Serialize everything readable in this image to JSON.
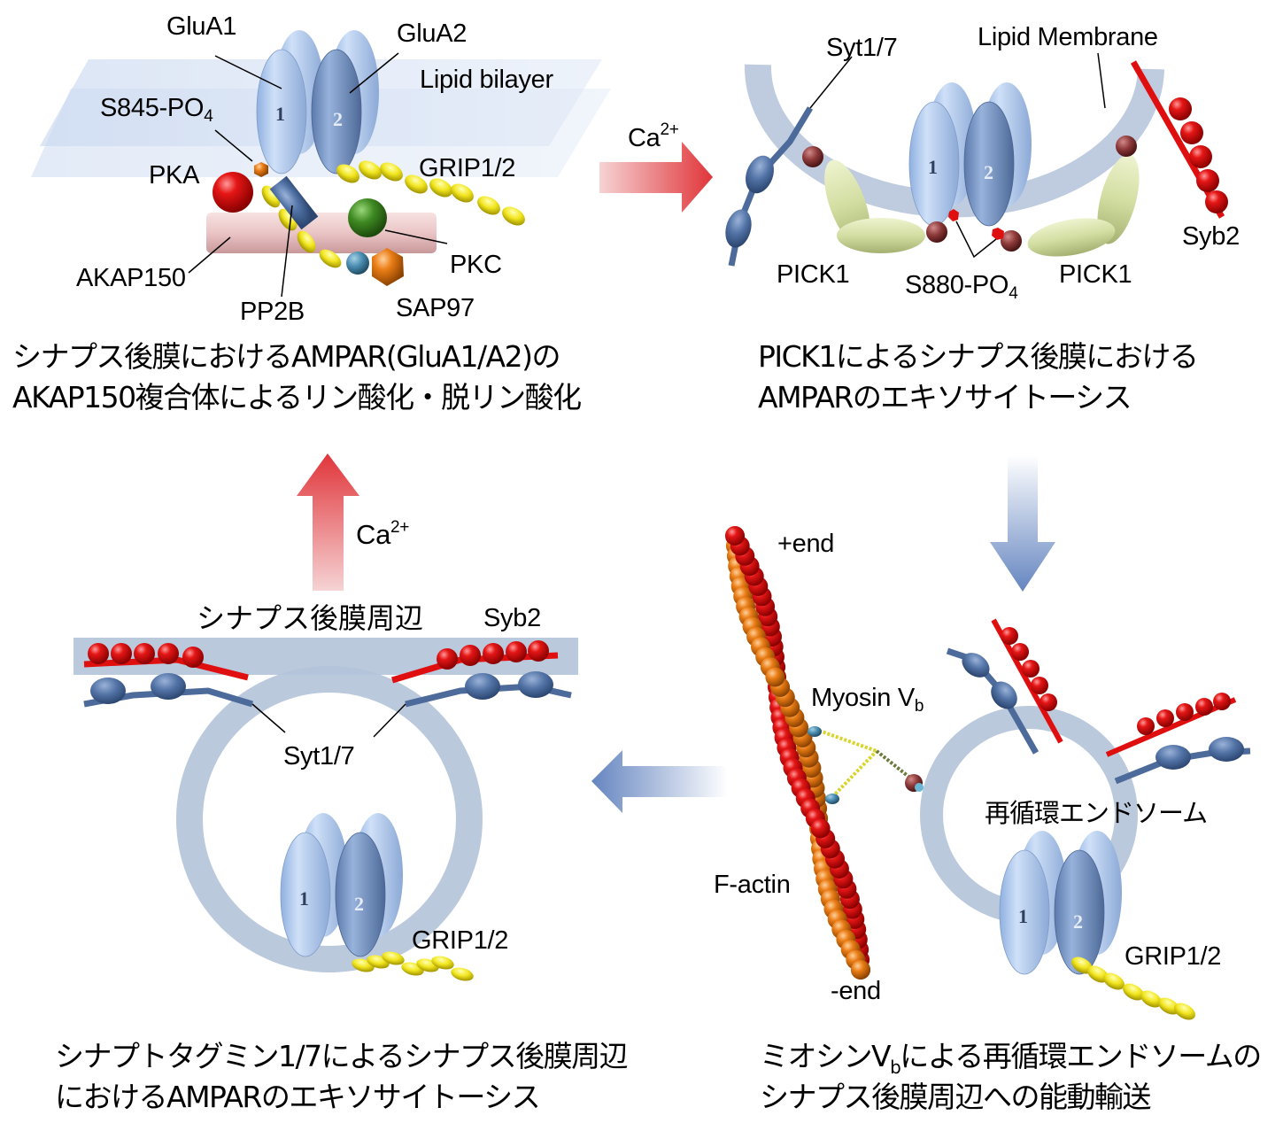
{
  "colors": {
    "glua1": "#aac4ea",
    "glua2": "#6f8dbf",
    "membrane": "#b4c3d9",
    "syb2": "#e00f0f",
    "syt": "#4c6a9a",
    "grip": "#f2ea2a",
    "pick1": "#d9e3ac",
    "pka": "#e00000",
    "pkc": "#3f8a22",
    "akap": "#efc9ca",
    "ca_arrow": "#e4454a",
    "flow_arrow": "#6c8cc6",
    "factin_red": "#d81010",
    "factin_orange": "#e9801a"
  },
  "panel_top_left": {
    "labels": {
      "glua1": "GluA1",
      "glua2": "GluA2",
      "lipid_bilayer": "Lipid bilayer",
      "s845": "S845-PO",
      "s845_sub": "4",
      "pka": "PKA",
      "grip": "GRIP1/2",
      "akap": "AKAP150",
      "pkc": "PKC",
      "pp2b": "PP2B",
      "sap97": "SAP97",
      "subunit1": "1",
      "subunit2": "2"
    },
    "caption": [
      "シナプス後膜におけるAMPAR(GluA1/A2)の",
      "AKAP150複合体によるリン酸化・脱リン酸化"
    ]
  },
  "panel_top_right": {
    "labels": {
      "syt": "Syt1/7",
      "lipid_membrane": "Lipid Membrane",
      "pick1_left": "PICK1",
      "pick1_right": "PICK1",
      "s880": "S880-PO",
      "s880_sub": "4",
      "syb2": "Syb2",
      "subunit1": "1",
      "subunit2": "2"
    },
    "caption": [
      "PICK1によるシナプス後膜における",
      "AMPARのエキソサイトーシス"
    ]
  },
  "panel_bottom_left": {
    "labels": {
      "membrane_region": "シナプス後膜周辺",
      "syb2": "Syb2",
      "syt": "Syt1/7",
      "grip": "GRIP1/2",
      "subunit1": "1",
      "subunit2": "2"
    },
    "caption": [
      "シナプトタグミン1/7によるシナプス後膜周辺",
      "におけるAMPARのエキソサイトーシス"
    ]
  },
  "panel_bottom_right": {
    "labels": {
      "plus_end": "+end",
      "minus_end": "-end",
      "myosin": "Myosin V",
      "myosin_sub": "b",
      "factin": "F-actin",
      "endosome": "再循環エンドソーム",
      "grip": "GRIP1/2",
      "subunit1": "1",
      "subunit2": "2"
    },
    "caption_line1_pre": "ミオシンV",
    "caption_line1_sub": "b",
    "caption_line1_post": "による再循環エンドソームの",
    "caption_line2": "シナプス後膜周辺への能動輸送"
  },
  "arrows": {
    "top_right_label": "Ca",
    "top_right_sup": "2+",
    "left_up_label": "Ca",
    "left_up_sup": "2+"
  }
}
